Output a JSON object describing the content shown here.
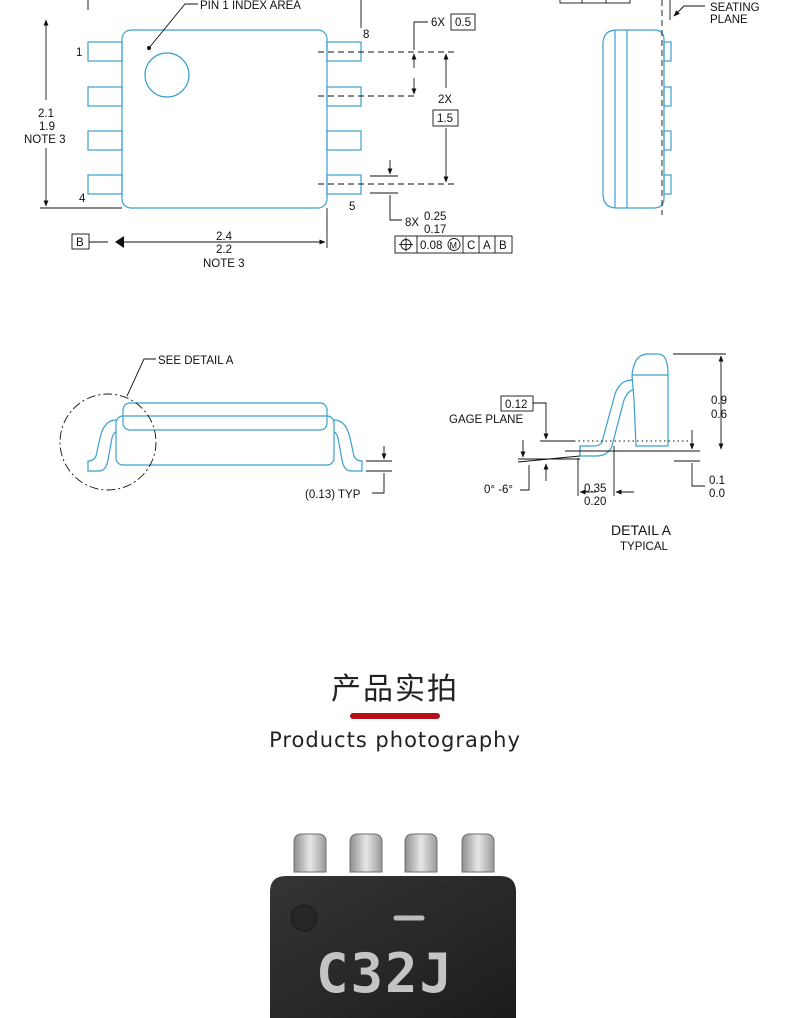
{
  "top_view": {
    "pin1_index_area": "PIN 1 INDEX AREA",
    "pin_1": "1",
    "pin_4": "4",
    "pin_5": "5",
    "pin_8": "8",
    "height_max": "2.1",
    "height_min": "1.9",
    "height_note": "NOTE 3",
    "datum_b": "B",
    "width_max": "2.4",
    "width_min": "2.2",
    "width_note": "NOTE 3",
    "pitch_count": "6X",
    "pitch_value": "0.5",
    "span_count": "2X",
    "span_value": "1.5",
    "lead_count": "8X",
    "lead_max": "0.25",
    "lead_min": "0.17",
    "tolerance_value": "0.08",
    "tolerance_datum_c": "C",
    "tolerance_datum_a": "A",
    "tolerance_datum_b": "B"
  },
  "side_view": {
    "seating_plane_line1": "SEATING",
    "seating_plane_line2": "PLANE"
  },
  "front_view": {
    "see_detail": "SEE DETAIL  A",
    "typ_thickness": "(0.13) TYP"
  },
  "detail_a": {
    "gage_value": "0.12",
    "gage_plane": "GAGE PLANE",
    "angle_range": "0° -6°",
    "foot_max": "0.35",
    "foot_min": "0.20",
    "height_max": "0.9",
    "height_min": "0.6",
    "standoff_max": "0.1",
    "standoff_min": "0.0",
    "title": "DETAIL A",
    "subtitle": "TYPICAL"
  },
  "section": {
    "title_cn": "产品实拍",
    "title_en": "Products photography",
    "accent_color": "#b3101a"
  },
  "photo": {
    "marking": "C32J"
  }
}
